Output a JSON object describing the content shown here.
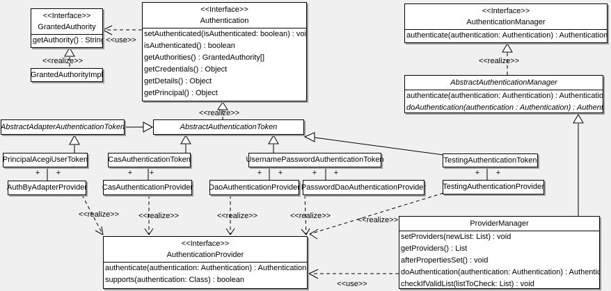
{
  "labels": {
    "use": "<<use>>",
    "realize": "<<realize>>",
    "plus": "+"
  },
  "colors": {
    "background": "#f0f0f0",
    "box_fill": "#ffffff",
    "line": "#000000",
    "shadow": "#9c9c9c"
  },
  "classes": {
    "granted_authority": {
      "stereotype": "<<Interface>>",
      "name": "GrantedAuthority",
      "methods": [
        "getAuthority() : String"
      ]
    },
    "granted_authority_impl": {
      "name": "GrantedAuthorityImpl"
    },
    "authentication": {
      "stereotype": "<<Interface>>",
      "name": "Authentication",
      "methods": [
        "setAuthenticated(isAuthenticated: boolean) : void",
        "isAuthenticated() : boolean",
        "getAuthorities() : GrantedAuthority[]",
        "getCredentials() : Object",
        "getDetails() : Object",
        "getPrincipal() : Object"
      ]
    },
    "authentication_manager": {
      "stereotype": "<<Interface>>",
      "name": "AuthenticationManager",
      "methods": [
        "authenticate(authentication: Authentication) : Authentication"
      ]
    },
    "abstract_authentication_manager": {
      "name": "AbstractAuthenticationManager",
      "methods": [
        "authenticate(authentication: Authentication) : Authentication",
        "doAuthentication(authentication : Authentication) : Authentication"
      ]
    },
    "abstract_adapter_authentication_token": {
      "name": "AbstractAdapterAuthenticationToken"
    },
    "abstract_authentication_token": {
      "name": "AbstractAuthenticationToken"
    },
    "principal_acegi_user_token": {
      "name": "PrincipalAcegiUserToken"
    },
    "cas_authentication_token": {
      "name": "CasAuthenticationToken"
    },
    "username_password_authentication_token": {
      "name": "UsernamePasswordAuthenticationToken"
    },
    "testing_authentication_token": {
      "name": "TestingAuthenticationToken"
    },
    "auth_by_adapter_provider": {
      "name": "AuthByAdapterProvider"
    },
    "cas_authentication_provider": {
      "name": "CasAuthenticationProvider"
    },
    "dao_authentication_provider": {
      "name": "DaoAuthenticationProvider"
    },
    "password_dao_authentication_provider": {
      "name": "PasswordDaoAuthenticationProvider"
    },
    "testing_authentication_provider": {
      "name": "TestingAuthenticationProvider"
    },
    "authentication_provider": {
      "stereotype": "<<Interface>>",
      "name": "AuthenticationProvider",
      "methods": [
        "authenticate(authentication: Authentication) : Authentication",
        "supports(authentication: Class) : boolean"
      ]
    },
    "provider_manager": {
      "name": "ProviderManager",
      "methods": [
        "setProviders(newList: List) : void",
        "getProviders() : List",
        "afterPropertiesSet() : void",
        "doAuthentication(authentication: Authentication) : Authentication",
        "checkIfValidList(listToCheck: List) : void"
      ]
    }
  }
}
